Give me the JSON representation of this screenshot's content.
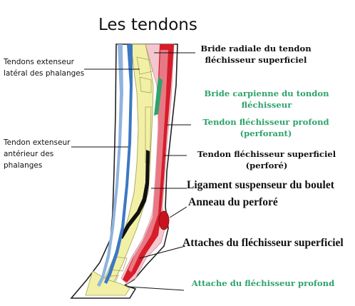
{
  "title": "Les tendons",
  "labels": {
    "left": [
      {
        "text": "Tendons extenseur\nlatéral des phalanges"
      },
      {
        "text": "Tendon extenseur\nantérieur des\nphalanges"
      }
    ],
    "right": [
      {
        "text": "Bride radiale du tendon\nfléchisseur superficiel",
        "color": "#111111"
      },
      {
        "text": "Bride carpienne du tondon\nfléchisseur",
        "color": "#2ea36b"
      },
      {
        "text": "Tendon fléchisseur profond\n(perforant)",
        "color": "#2ea36b"
      },
      {
        "text": "Tendon fléchisseur superficiel\n(perforé)",
        "color": "#111111"
      },
      {
        "text": "Ligament suspenseur du boulet",
        "color": "#111111"
      },
      {
        "text": "Anneau du perforé",
        "color": "#111111"
      },
      {
        "text": "Attaches du fléchisseur superficiel",
        "color": "#111111"
      },
      {
        "text": "Attache du fléchisseur profond",
        "color": "#2ea36b"
      }
    ]
  },
  "colors": {
    "extensor_tendon": "#8fb3df",
    "extensor_tendon_dark": "#3b78c4",
    "bone": "#f1f0a6",
    "deep_flexor": "#d81c2a",
    "superficial_flexor": "#f4c7cf",
    "suspensory_ligament": "#111111",
    "check_ligament": "#2ea36b"
  }
}
